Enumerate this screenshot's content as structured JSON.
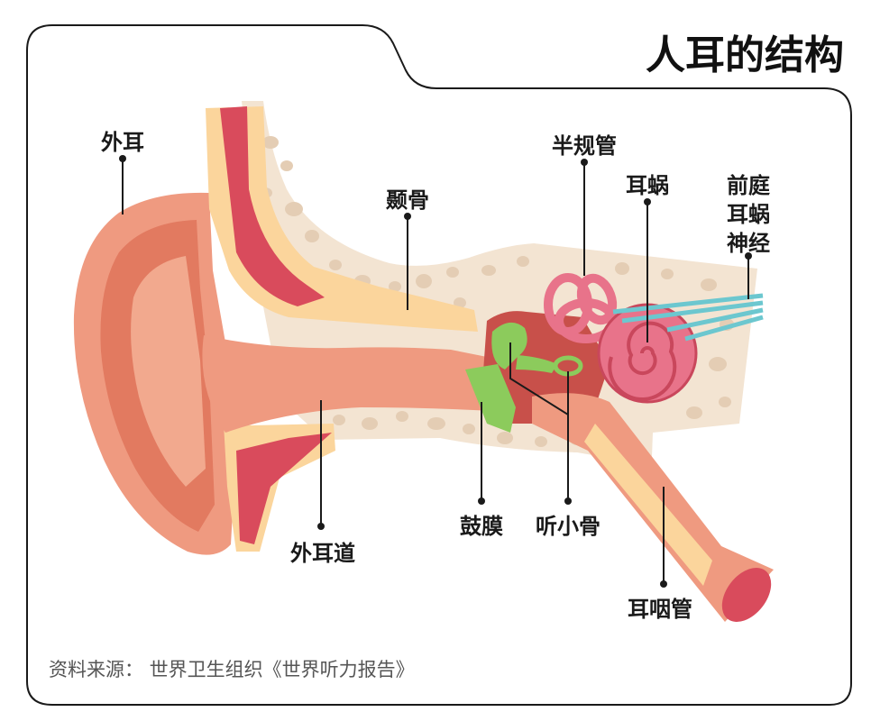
{
  "title": "人耳的结构",
  "source_note": "资料来源：  世界卫生组织《世界听力报告》",
  "labels": {
    "outer_ear": "外耳",
    "temporal_bone": "颞骨",
    "semicircular_canals": "半规管",
    "cochlea": "耳蜗",
    "vestibulocochlear_nerve_1": "前庭",
    "vestibulocochlear_nerve_2": "耳蜗",
    "vestibulocochlear_nerve_3": "神经",
    "ear_canal": "外耳道",
    "eardrum": "鼓膜",
    "ossicles": "听小骨",
    "eustachian_tube": "耳咽管"
  },
  "colors": {
    "frame": "#1a1a1a",
    "bone": "#f3e4d2",
    "bone_hole": "#e4cdb4",
    "skin": "#ef9a80",
    "skin_dark": "#e27a60",
    "cartilage": "#fbd59c",
    "muscle": "#d94b5c",
    "inner_ear": "#e8738a",
    "eardrum": "#8ccb5c",
    "nerve": "#6cc7cf"
  }
}
